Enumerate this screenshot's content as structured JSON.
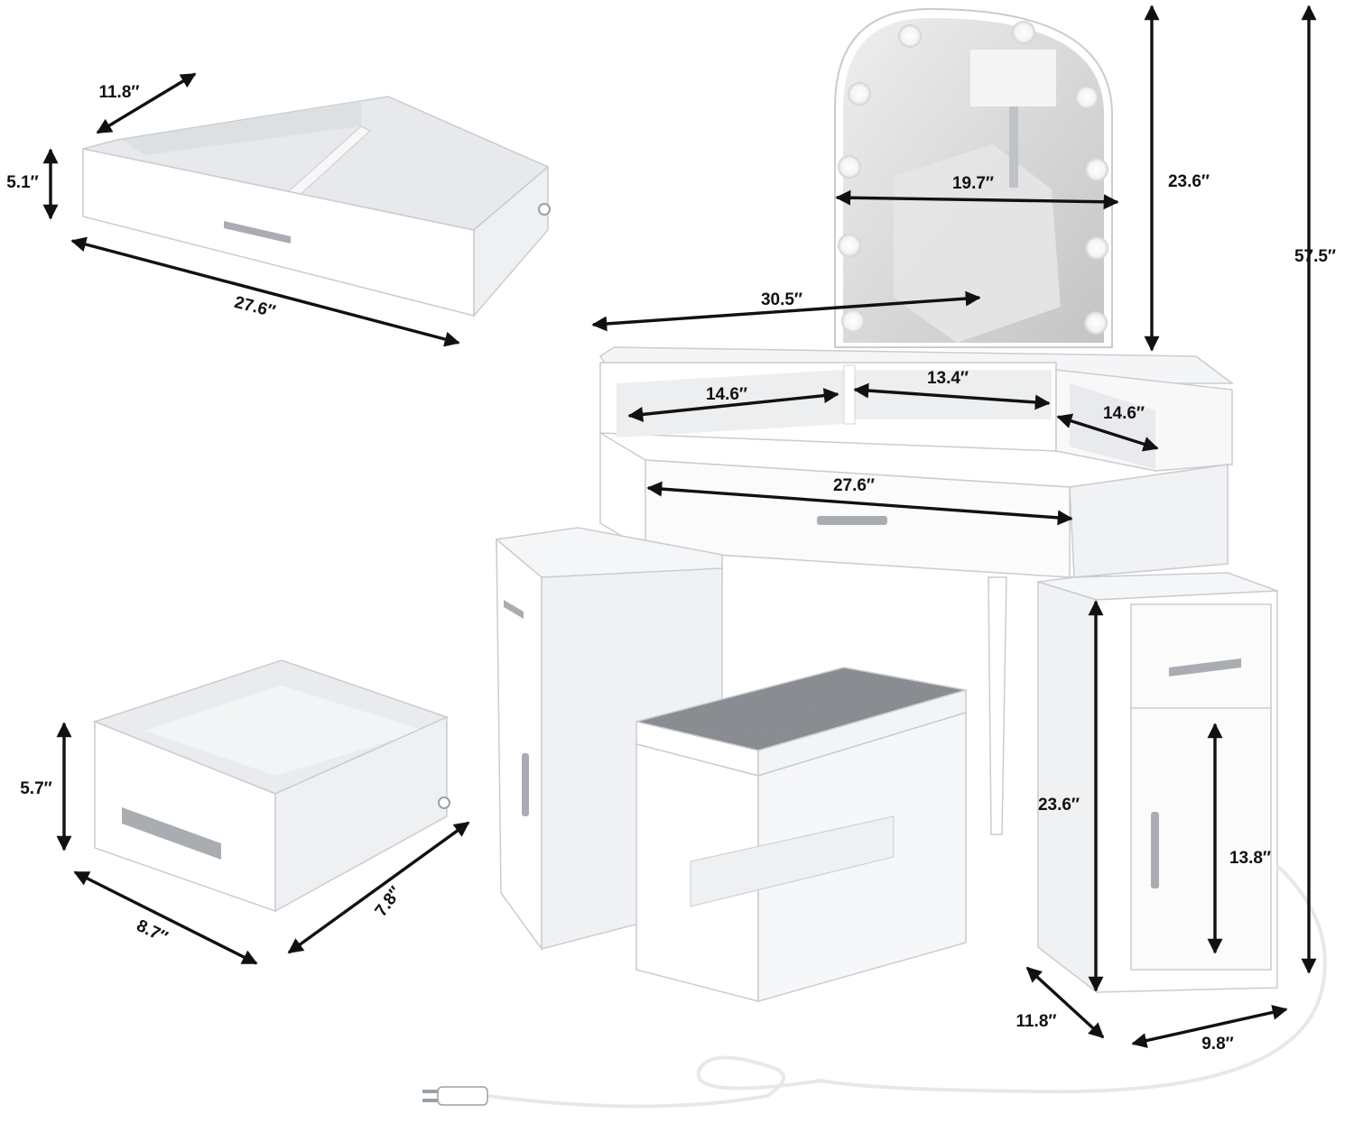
{
  "colors": {
    "panel": "#ffffff",
    "panel_shade": "#eceef0",
    "panel_edge": "#c9ccd0",
    "handle": "#a9adb2",
    "cushion": "#8b8e92",
    "mirror_glass": "#dcdcdc",
    "bulb": "#ffffff",
    "arrow": "#111111"
  },
  "dimensions": {
    "small_drawer_depth": "11.8″",
    "small_drawer_height": "5.1″",
    "small_drawer_width": "27.6″",
    "cabinet_drawer_height": "5.7″",
    "cabinet_drawer_width": "8.7″",
    "cabinet_drawer_depth": "7.8″",
    "mirror_width": "19.7″",
    "mirror_height": "23.6″",
    "total_height": "57.5″",
    "desk_width": "30.5″",
    "shelf_left": "14.6″",
    "shelf_middle": "13.4″",
    "shelf_right": "14.6″",
    "desk_drawer_width": "27.6″",
    "cabinet_height": "23.6″",
    "door_height": "13.8″",
    "cabinet_depth": "11.8″",
    "cabinet_width": "9.8″"
  }
}
